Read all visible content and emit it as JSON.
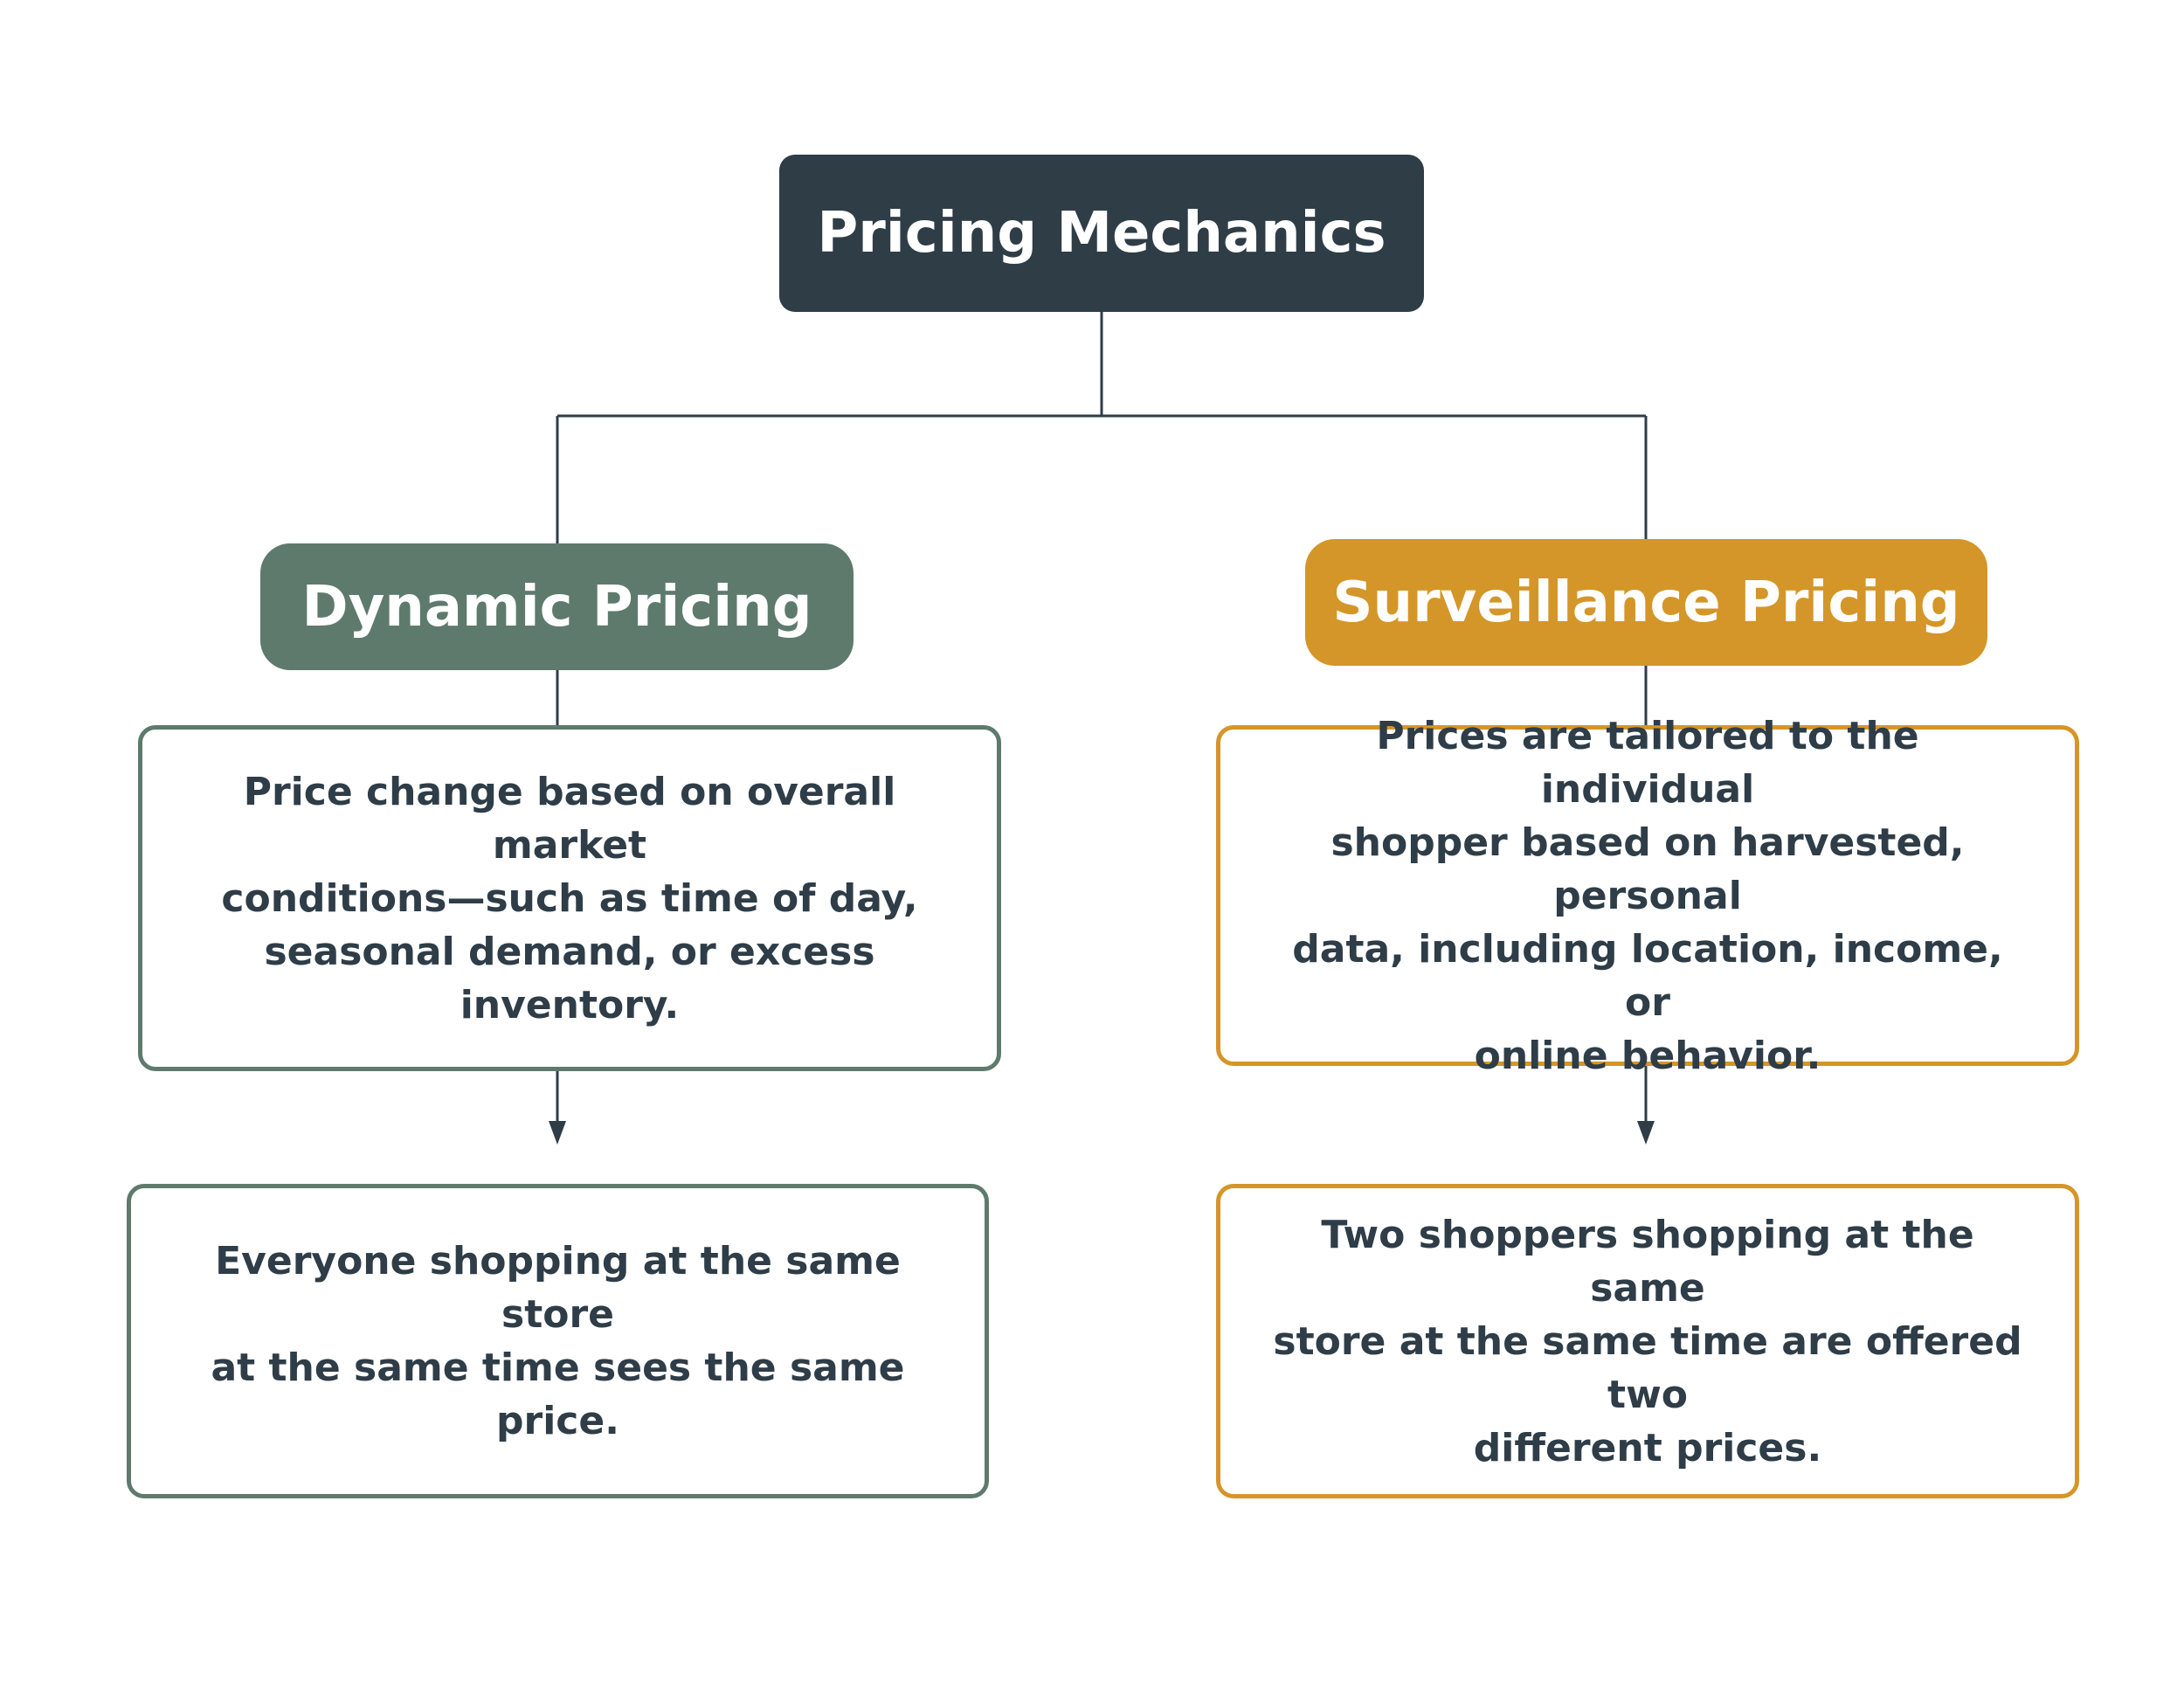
{
  "root": {
    "label": "Pricing Mechanics",
    "color": "#2f3d47"
  },
  "branches": [
    {
      "label": "Dynamic Pricing",
      "color": "#5e7a6d",
      "description": "Price change based on overall market\nconditions—such as time of day,\nseasonal demand, or excess inventory.",
      "outcome": "Everyone shopping at the same store\nat the same time sees the same price."
    },
    {
      "label": "Surveillance Pricing",
      "color": "#d49628",
      "description": "Prices are tailored to the individual\nshopper based on harvested, personal\ndata, including location, income, or\nonline behavior.",
      "outcome": "Two shoppers shopping at the same\nstore at the same time are offered two\ndifferent prices."
    }
  ],
  "line_color": "#2f3d47"
}
